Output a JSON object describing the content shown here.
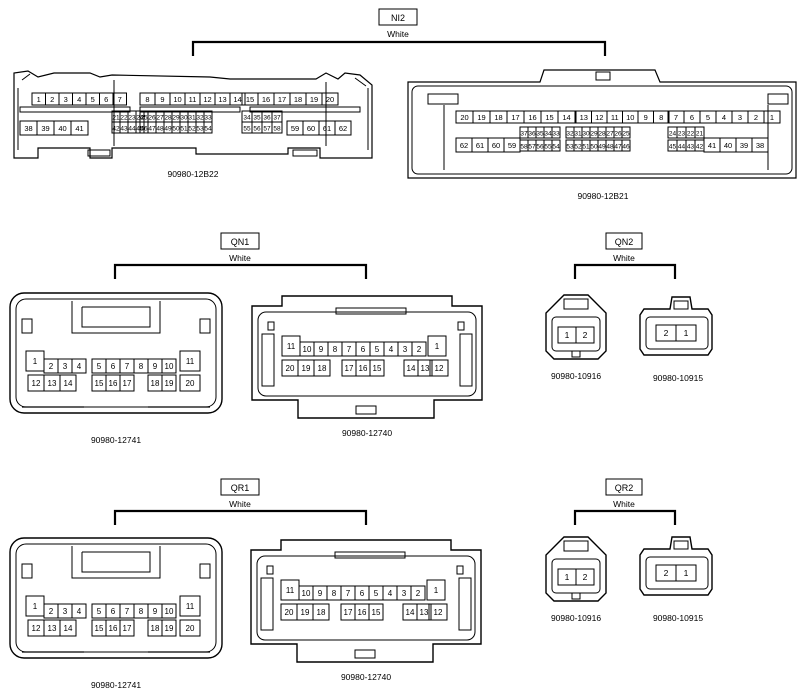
{
  "groups": {
    "ni2": {
      "label": "NI2",
      "color": "White"
    },
    "qn1": {
      "label": "QN1",
      "color": "White"
    },
    "qn2": {
      "label": "QN2",
      "color": "White"
    },
    "qr1": {
      "label": "QR1",
      "color": "White"
    },
    "qr2": {
      "label": "QR2",
      "color": "White"
    }
  },
  "parts": {
    "p12b22": "90980-12B22",
    "p12b21": "90980-12B21",
    "p12741": "90980-12741",
    "p12740": "90980-12740",
    "p10916": "90980-10916",
    "p10915": "90980-10915"
  },
  "pins": {
    "b22_row1": [
      "1",
      "2",
      "3",
      "4",
      "5",
      "6",
      "7",
      "8",
      "9",
      "10",
      "11",
      "12",
      "13",
      "14",
      "15",
      "16",
      "17",
      "18",
      "19",
      "20"
    ],
    "b22_row2a": [
      "21",
      "22",
      "23",
      "24",
      "25",
      "26",
      "27",
      "28",
      "29",
      "30",
      "31",
      "32",
      "33",
      "34",
      "35",
      "36",
      "37"
    ],
    "b22_row2b": [
      "42",
      "43",
      "44",
      "45",
      "46",
      "47",
      "48",
      "49",
      "50",
      "51",
      "52",
      "53",
      "54",
      "55",
      "56",
      "57",
      "58"
    ],
    "b22_row3": [
      "38",
      "39",
      "40",
      "41",
      "59",
      "60",
      "61",
      "62"
    ],
    "b21_row1": [
      "20",
      "19",
      "18",
      "17",
      "16",
      "15",
      "14",
      "13",
      "12",
      "11",
      "10",
      "9",
      "8",
      "7",
      "6",
      "5",
      "4",
      "3",
      "2",
      "1"
    ],
    "b21_row2a": [
      "37",
      "36",
      "35",
      "34",
      "33",
      "32",
      "31",
      "30",
      "29",
      "28",
      "27",
      "26",
      "25",
      "24",
      "23",
      "22",
      "21"
    ],
    "b21_row2b": [
      "58",
      "57",
      "56",
      "55",
      "54",
      "53",
      "52",
      "51",
      "50",
      "49",
      "48",
      "47",
      "46",
      "45",
      "44",
      "43",
      "42"
    ],
    "b21_row3": [
      "62",
      "61",
      "60",
      "59",
      "41",
      "40",
      "39",
      "38"
    ],
    "m20_top": [
      "1",
      "2",
      "3",
      "4",
      "5",
      "6",
      "7",
      "8",
      "9",
      "10",
      "11"
    ],
    "m20_bot": [
      "12",
      "13",
      "14",
      "15",
      "16",
      "17",
      "18",
      "19",
      "20"
    ],
    "f20_top": [
      "11",
      "10",
      "9",
      "8",
      "7",
      "6",
      "5",
      "4",
      "3",
      "2",
      "1"
    ],
    "f20_bot": [
      "20",
      "19",
      "18",
      "17",
      "16",
      "15",
      "14",
      "13",
      "12"
    ],
    "m2": [
      "1",
      "2"
    ],
    "f2": [
      "2",
      "1"
    ]
  }
}
